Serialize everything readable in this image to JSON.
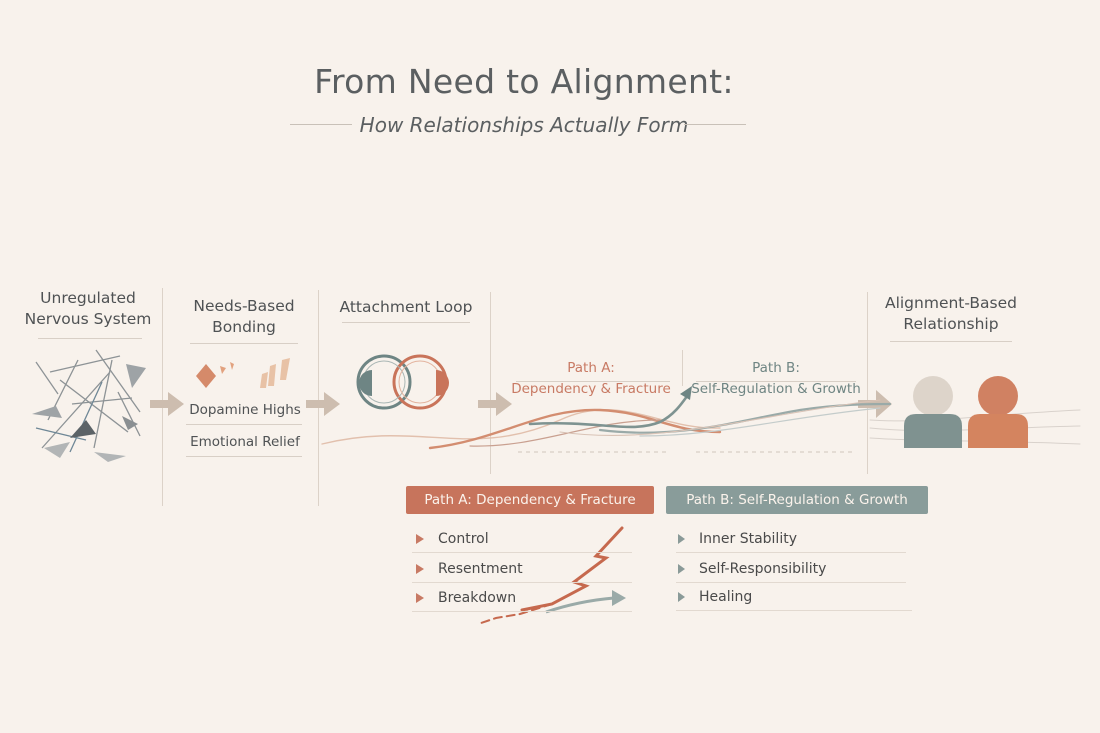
{
  "title": "From Need to Alignment:",
  "subtitle": "How Relationships Actually Form",
  "stages": {
    "s1": "Unregulated\nNervous System",
    "s2": "Needs-Based\nBonding",
    "s3": "Attachment Loop",
    "s4": "Alignment-Based\nRelationship"
  },
  "bonding_items": [
    "Dopamine Highs",
    "Emotional Relief"
  ],
  "paths": {
    "a_heading": "Path A:\nDependency & Fracture",
    "b_heading": "Path B:\nSelf-Regulation & Growth",
    "a_banner": "Path A: Dependency & Fracture",
    "b_banner": "Path B: Self-Regulation & Growth",
    "a_items": [
      "Control",
      "Resentment",
      "Breakdown"
    ],
    "b_items": [
      "Inner Stability",
      "Self-Responsibility",
      "Healing"
    ]
  },
  "colors": {
    "background": "#f8f2ec",
    "path_a": "#c7745c",
    "path_b": "#899c9a",
    "text": "#4a4a4a"
  }
}
